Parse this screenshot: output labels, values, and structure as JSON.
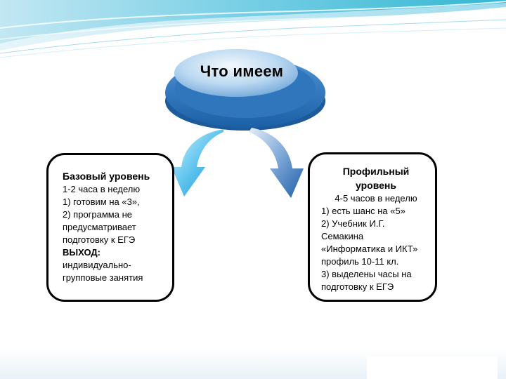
{
  "center": {
    "title": "Что имеем"
  },
  "left_card": {
    "title": "Базовый уровень",
    "lines": [
      "1-2 часа в неделю",
      "1) готовим на «3»,",
      "2) программа не",
      "предусматривает",
      "подготовку к ЕГЭ"
    ],
    "outcome_label": "ВЫХОД:",
    "outcome_lines": [
      "индивидуально-",
      "групповые занятия"
    ]
  },
  "right_card": {
    "title_line1": "Профильный",
    "title_line2": "уровень",
    "subtitle": "4-5 часов в неделю",
    "lines": [
      "1) есть шанс на «5»",
      "2) Учебник И.Г.",
      "Семакина",
      "«Информатика и ИКТ»",
      "профиль 10-11 кл.",
      "3) выделены часы на",
      "подготовку к ЕГЭ"
    ]
  },
  "colors": {
    "accent_blue": "#2f7fc4",
    "light_blue": "#6cc6ee",
    "teal": "#39b8cf"
  }
}
